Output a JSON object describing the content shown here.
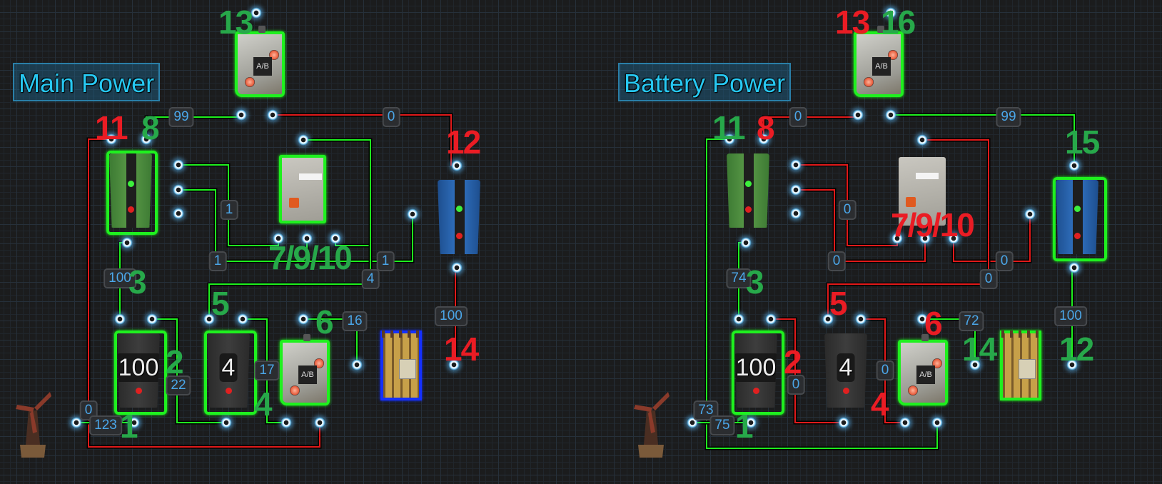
{
  "panels": [
    {
      "title": "Main Power",
      "accent_color": "#27a84a",
      "wire_color": "green",
      "step_labels": [
        {
          "text": "13",
          "color": "green"
        },
        {
          "text": "11",
          "color": "red"
        },
        {
          "text": "8",
          "color": "green"
        },
        {
          "text": "12",
          "color": "red"
        },
        {
          "text": "7/9/10",
          "color": "green"
        },
        {
          "text": "3",
          "color": "green"
        },
        {
          "text": "5",
          "color": "green"
        },
        {
          "text": "2",
          "color": "green"
        },
        {
          "text": "6",
          "color": "green"
        },
        {
          "text": "14",
          "color": "red"
        },
        {
          "text": "4",
          "color": "green"
        },
        {
          "text": "1",
          "color": "green"
        }
      ],
      "wire_values": {
        "top_left": "99",
        "top_right": "0",
        "branch_a": "1",
        "branch_b": "1",
        "branch_c": "1",
        "branch_d": "4",
        "counter_in": "100",
        "counter_out": "22",
        "second_counter": "17",
        "switch_out": "16",
        "battery_link": "100",
        "windmill_top": "0",
        "windmill_out": "123"
      },
      "counter_displays": [
        "100",
        "4"
      ]
    },
    {
      "title": "Battery Power",
      "accent_color": "#ea1c24",
      "wire_color": "mixed",
      "step_labels": [
        {
          "text": "13",
          "color": "red"
        },
        {
          "text": "16",
          "color": "green"
        },
        {
          "text": "11",
          "color": "green"
        },
        {
          "text": "8",
          "color": "red"
        },
        {
          "text": "15",
          "color": "green"
        },
        {
          "text": "7/9/10",
          "color": "red"
        },
        {
          "text": "3",
          "color": "green"
        },
        {
          "text": "5",
          "color": "red"
        },
        {
          "text": "6",
          "color": "red"
        },
        {
          "text": "2",
          "color": "red"
        },
        {
          "text": "14",
          "color": "green"
        },
        {
          "text": "12",
          "color": "green"
        },
        {
          "text": "4",
          "color": "red"
        },
        {
          "text": "1",
          "color": "green"
        }
      ],
      "wire_values": {
        "top_left": "0",
        "top_right": "99",
        "branch_a": "0",
        "branch_b": "0",
        "branch_c": "0",
        "branch_d": "0",
        "counter_in": "74",
        "counter_out": "0",
        "second_counter": "0",
        "switch_out": "72",
        "battery_link": "100",
        "windmill_top": "73",
        "windmill_out": "75"
      },
      "counter_displays": [
        "100",
        "4"
      ]
    }
  ]
}
